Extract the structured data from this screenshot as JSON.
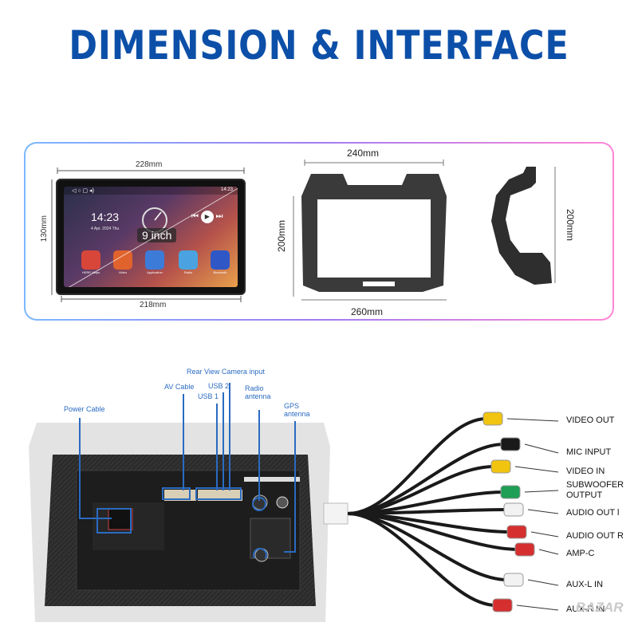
{
  "title": "DIMENSION & INTERFACE",
  "dimensions": {
    "screen_width": "228mm",
    "screen_height": "130mm",
    "screen_bottom_width": "218mm",
    "screen_size": "9 inch",
    "frame_top": "240mm",
    "frame_bottom": "260mm",
    "frame_height": "200mm",
    "side_height": "200mm"
  },
  "screen_ui": {
    "time": "14:23",
    "date": "4 Apr. 2024 Thu",
    "apps": [
      "HERE Maps",
      "Video",
      "Application",
      "Radio",
      "Bluetooth"
    ]
  },
  "connectors": {
    "power_cable": "Power Cable",
    "av_cable": "AV Cable",
    "rear_camera": "Rear View Camera input",
    "usb1": "USB 1",
    "usb2": "USB 2",
    "radio_antenna": [
      "Radio",
      "antenna"
    ],
    "gps_antenna": [
      "GPS",
      "antenna"
    ]
  },
  "rca_cables": [
    {
      "label": "VIDEO OUT",
      "color": "#f1c40f"
    },
    {
      "label": "MIC INPUT",
      "color": "#1a1a1a"
    },
    {
      "label": "VIDEO IN",
      "color": "#f1c40f"
    },
    {
      "label": "SUBWOOFER OUTPUT",
      "color": "#1f9e55"
    },
    {
      "label": "AUDIO OUT l",
      "color": "#f2f2f2"
    },
    {
      "label": "AUDIO OUT R",
      "color": "#d62f2f"
    },
    {
      "label": "AMP-C",
      "color": "#d62f2f"
    },
    {
      "label": "AUX-L IN",
      "color": "#f2f2f2"
    },
    {
      "label": "AUX-R IN",
      "color": "#d62f2f"
    }
  ],
  "watermark": "BAZAR",
  "colors": {
    "title_blue": "#0c4fa8",
    "connector_blue": "#2a6bc1"
  }
}
